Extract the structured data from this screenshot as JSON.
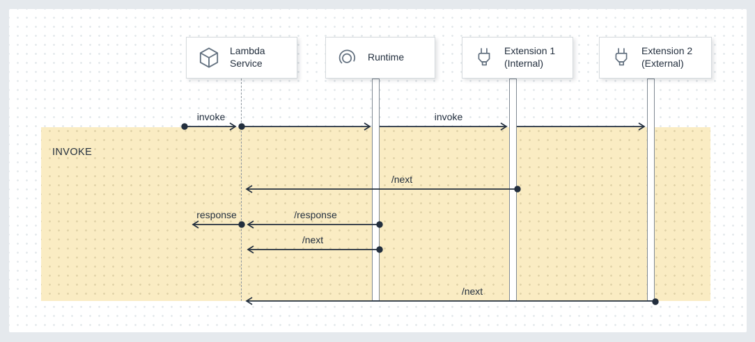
{
  "palette": {
    "outer_background": "#e5e9ed",
    "card_background": "#ffffff",
    "phase_band": "#faecc3",
    "ink": "#232f3e",
    "icon_stroke": "#62707f",
    "lifeline_gray": "#8a939c"
  },
  "phase": {
    "label": "INVOKE"
  },
  "actors": [
    {
      "label": "Lambda Service",
      "icon": "lambda-cube-icon"
    },
    {
      "label": "Runtime",
      "icon": "runtime-icon"
    },
    {
      "label": "Extension 1 (Internal)",
      "icon": "plug-icon"
    },
    {
      "label": "Extension 2 (External)",
      "icon": "plug-icon"
    }
  ],
  "messages": [
    {
      "label": "invoke"
    },
    {
      "label": "invoke"
    },
    {
      "label": "/next"
    },
    {
      "label": "response"
    },
    {
      "label": "/response"
    },
    {
      "label": "/next"
    },
    {
      "label": "/next"
    }
  ]
}
